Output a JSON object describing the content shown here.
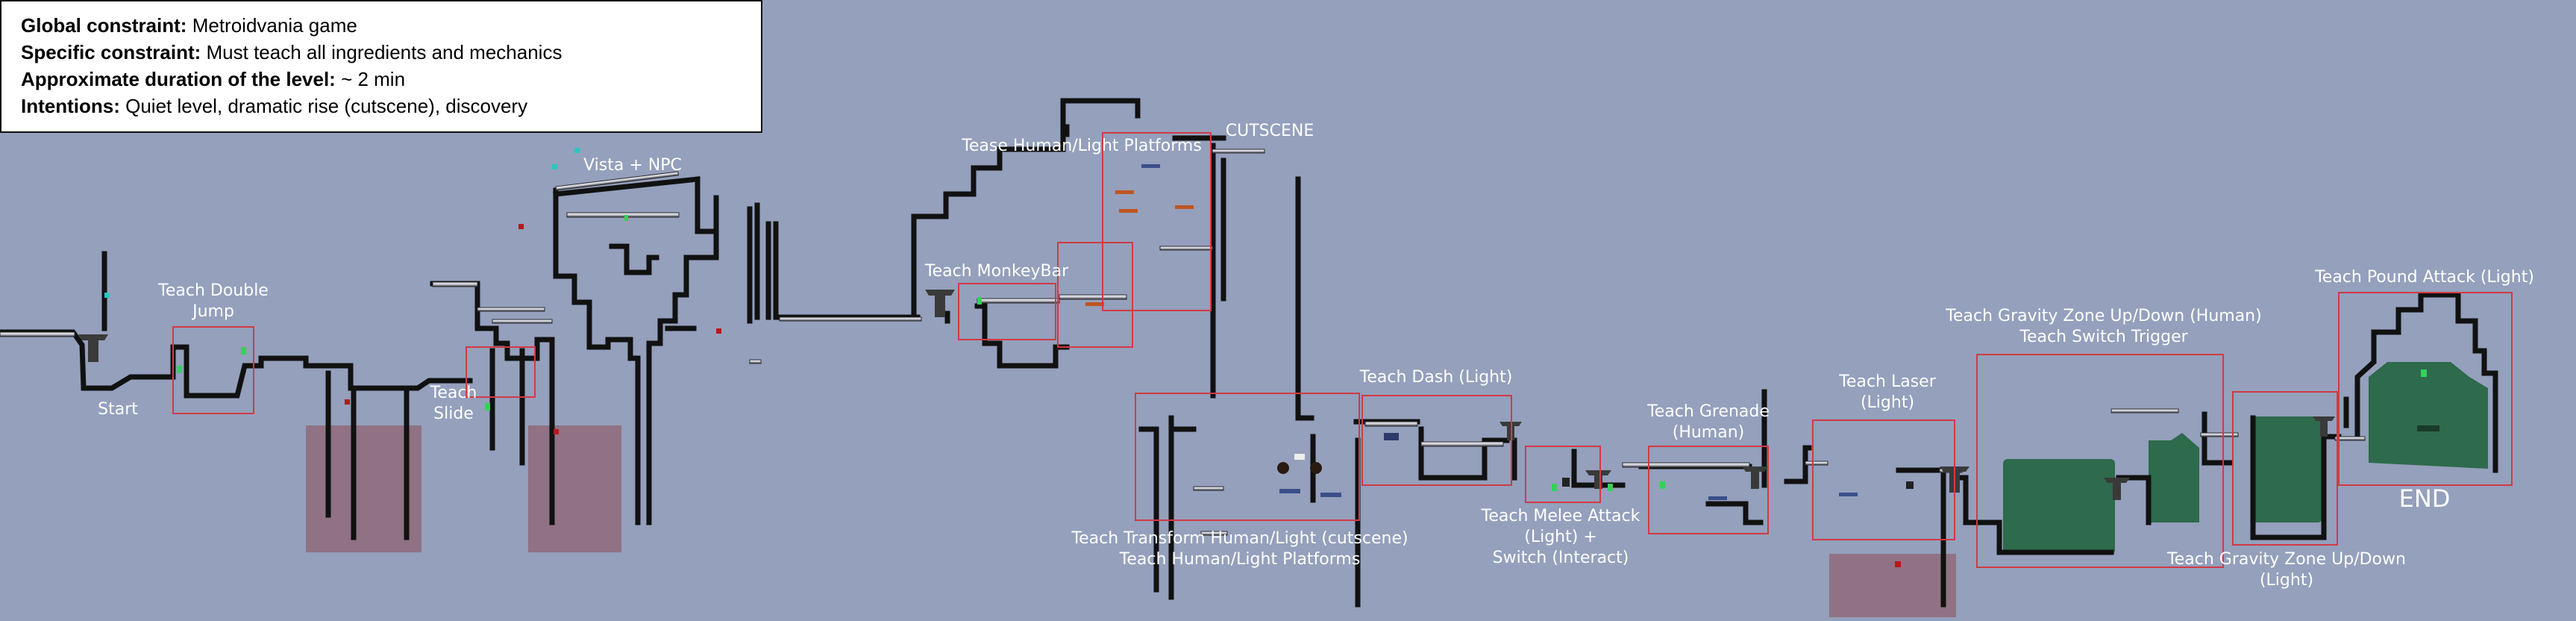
{
  "constraints": {
    "global_key": "Global constraint:",
    "global_value": "Metroidvania game",
    "specific_key": "Specific constraint:",
    "specific_value": "Must teach all ingredients and mechanics",
    "duration_key": "Approximate duration of the level:",
    "duration_value": "~ 2 min",
    "intentions_key": "Intentions:",
    "intentions_value": "Quiet level, dramatic rise (cutscene), discovery"
  },
  "labels": {
    "start": "Start",
    "double_jump_1": "Teach Double",
    "double_jump_2": "Jump",
    "slide_1": "Teach",
    "slide_2": "Slide",
    "vista": "Vista + NPC",
    "tease": "Tease Human/Light Platforms",
    "monkeybar": "Teach MonkeyBar",
    "cutscene": "CUTSCENE",
    "transform_1": "Teach Transform Human/Light (cutscene)",
    "transform_2": "Teach Human/Light Platforms",
    "dash": "Teach Dash (Light)",
    "melee_1": "Teach Melee Attack",
    "melee_2": "(Light) +",
    "melee_3": "Switch (Interact)",
    "grenade_1": "Teach Grenade",
    "grenade_2": "(Human)",
    "laser_1": "Teach Laser",
    "laser_2": "(Light)",
    "gravity_human_1": "Teach Gravity Zone Up/Down (Human)",
    "gravity_human_2": "Teach Switch Trigger",
    "gravity_light_1": "Teach Gravity Zone Up/Down",
    "gravity_light_2": "(Light)",
    "pound": "Teach Pound Attack (Light)",
    "end": "END"
  },
  "colors": {
    "background": "#94a0bc",
    "zone_outline": "#d23a44",
    "hazard_zone": "#8f6a7a",
    "platform_dark": "#111111",
    "platform_light": "#e8e8ee",
    "machine_green": "#2e6a4c",
    "pickup_green": "#35d05a",
    "pickup_red": "#b81818",
    "pickup_cyan": "#28c7c0",
    "checkpoint": "#3a3a3a",
    "label_text": "#ffffff"
  },
  "icons": [
    "checkpoint-pillar-icon",
    "npc-icon",
    "pickup-icon",
    "enemy-icon",
    "switch-icon"
  ]
}
